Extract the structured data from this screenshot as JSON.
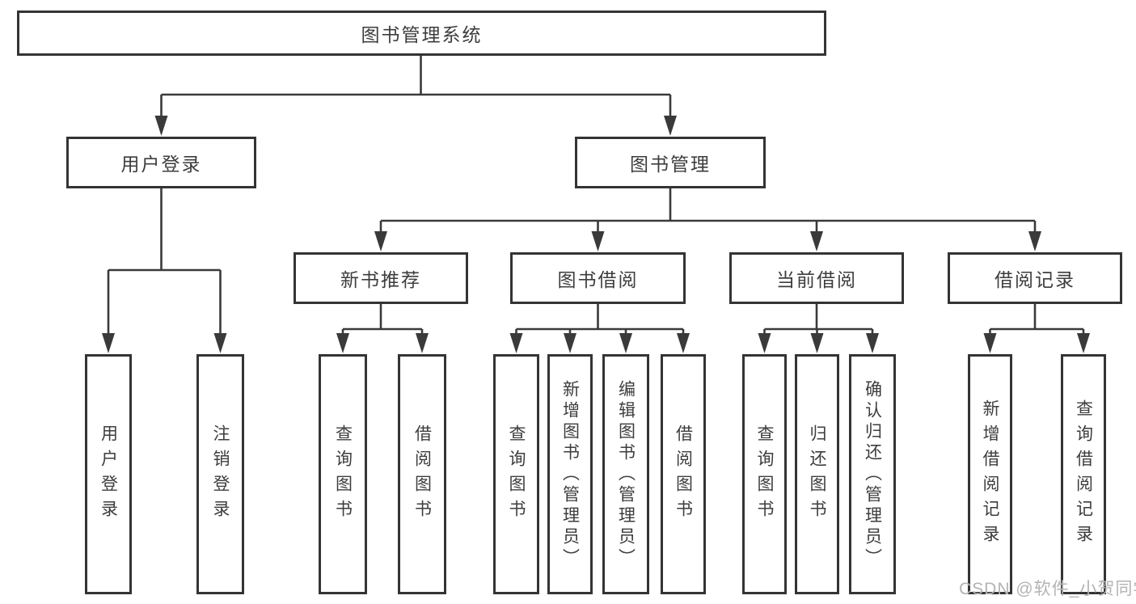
{
  "diagram": {
    "root": {
      "label": "图书管理系统"
    },
    "branches": [
      {
        "label": "用户登录",
        "children": [
          {
            "label": "用户登录"
          },
          {
            "label": "注销登录"
          }
        ]
      },
      {
        "label": "图书管理",
        "children": [
          {
            "label": "新书推荐",
            "children": [
              {
                "label": "查询图书"
              },
              {
                "label": "借阅图书"
              }
            ]
          },
          {
            "label": "图书借阅",
            "children": [
              {
                "label": "查询图书"
              },
              {
                "label": "新增图书（管理员）"
              },
              {
                "label": "编辑图书（管理员）"
              },
              {
                "label": "借阅图书"
              }
            ]
          },
          {
            "label": "当前借阅",
            "children": [
              {
                "label": "查询图书"
              },
              {
                "label": "归还图书"
              },
              {
                "label": "确认归还（管理员）"
              }
            ]
          },
          {
            "label": "借阅记录",
            "children": [
              {
                "label": "新增借阅记录"
              },
              {
                "label": "查询借阅记录"
              }
            ]
          }
        ]
      }
    ]
  },
  "watermark": {
    "text": "CSDN @软件_小贺同学"
  },
  "colors": {
    "line": "#3a3a3a",
    "box_border": "#343434",
    "box_fill": "#ffffff",
    "text": "#3d3d3d",
    "watermark": "#b3b3b3",
    "background": "#ffffff"
  }
}
